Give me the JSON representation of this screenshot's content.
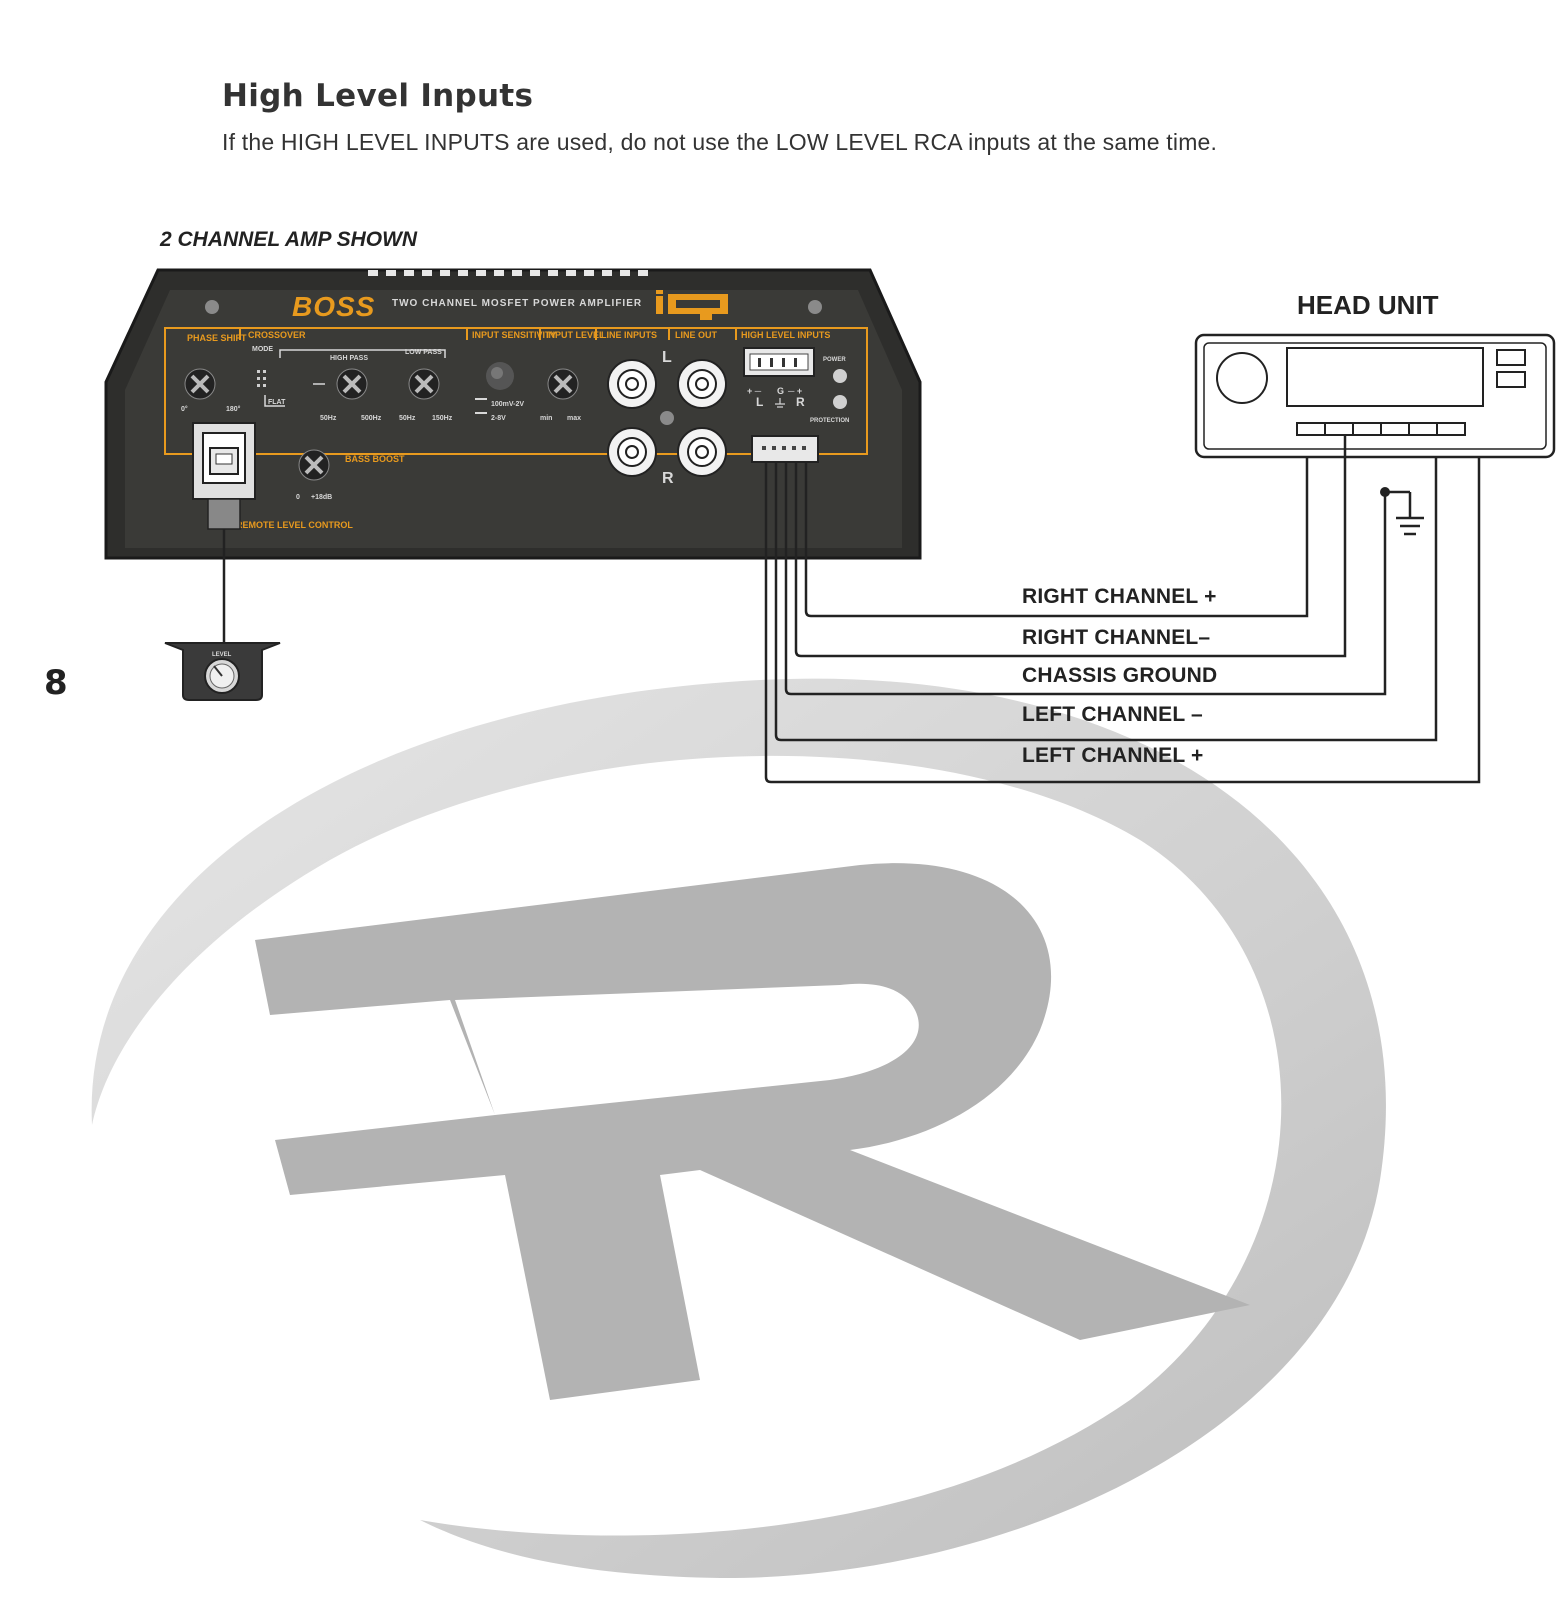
{
  "page": {
    "heading": "High Level Inputs",
    "instruction": "If the HIGH LEVEL INPUTS are used, do not use the LOW LEVEL RCA inputs at the same time.",
    "amp_caption": "2 CHANNEL AMP SHOWN",
    "page_number": "8"
  },
  "amplifier": {
    "brand": "BOSS",
    "model_text": "TWO CHANNEL MOSFET POWER AMPLIFIER",
    "sections": {
      "phase_shift": "PHASE SHIFT",
      "crossover": "CROSSOVER",
      "mode": "MODE",
      "high_pass": "HIGH PASS",
      "low_pass": "LOW PASS",
      "flat": "FLAT",
      "input_sensitivity": "INPUT SENSITIVITY",
      "input_level": "INPUT LEVEL",
      "line_inputs": "LINE INPUTS",
      "line_out": "LINE OUT",
      "high_level_inputs": "HIGH LEVEL INPUTS",
      "power": "POWER",
      "protection": "PROTECTION",
      "bass_boost": "BASS BOOST",
      "remote_level_control": "REMOTE LEVEL CONTROL",
      "level": "LEVEL"
    },
    "scale_labels": {
      "phase_0": "0°",
      "phase_180": "180°",
      "hp_50": "50Hz",
      "hp_500": "500Hz",
      "lp_50": "50Hz",
      "lp_150": "150Hz",
      "sens_low": "100mV-2V",
      "sens_high": "2-8V",
      "level_min": "min",
      "level_max": "max",
      "boost_0": "0",
      "boost_18": "+18dB",
      "left": "L",
      "right": "R",
      "ground": "G"
    }
  },
  "head_unit": {
    "title": "HEAD UNIT"
  },
  "wires": [
    {
      "label": "RIGHT CHANNEL +"
    },
    {
      "label": "RIGHT CHANNEL–"
    },
    {
      "label": "CHASSIS GROUND"
    },
    {
      "label": "LEFT CHANNEL –"
    },
    {
      "label": "LEFT CHANNEL +"
    }
  ],
  "colors": {
    "amp_body": "#2e2e2c",
    "amp_accent": "#e89a1e",
    "wire": "#222222",
    "watermark": "#c8c8c8"
  }
}
